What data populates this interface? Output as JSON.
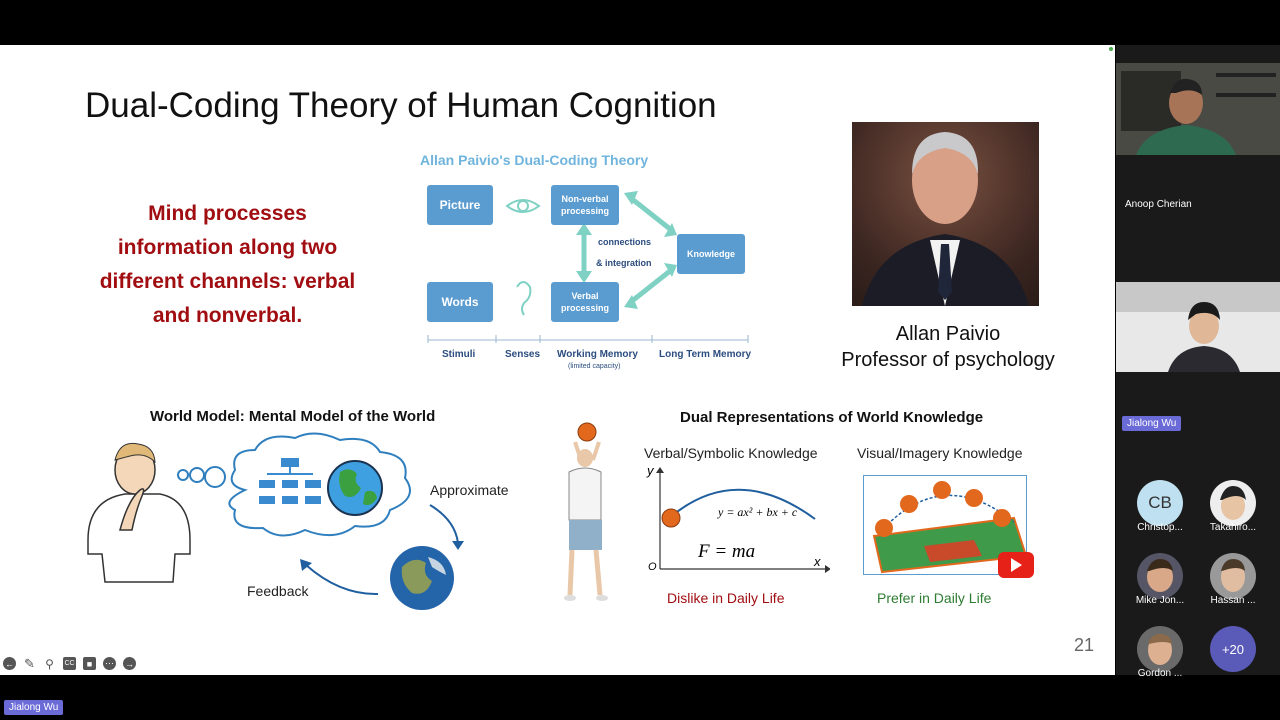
{
  "slide": {
    "title": "Dual-Coding Theory of Human Cognition",
    "mind_text": "Mind processes information along two different channels: verbal and nonverbal.",
    "diagram": {
      "title": "Allan Paivio's Dual-Coding Theory",
      "picture": "Picture",
      "words": "Words",
      "nonverbal": "Non-verbal processing",
      "verbal": "Verbal processing",
      "connections": "connections",
      "integration": "& integration",
      "knowledge": "Knowledge",
      "stimuli": "Stimuli",
      "senses": "Senses",
      "working_memory": "Working Memory",
      "limited": "(limited capacity)",
      "ltm": "Long Term Memory"
    },
    "person": {
      "name": "Allan Paivio",
      "role": "Professor of psychology"
    },
    "world_model": {
      "title": "World Model: Mental Model of the World",
      "approximate": "Approximate",
      "feedback": "Feedback"
    },
    "dual_rep": {
      "title": "Dual Representations of World Knowledge",
      "verbal_title": "Verbal/Symbolic Knowledge",
      "visual_title": "Visual/Imagery Knowledge",
      "equation1": "y = ax² + bx + c",
      "equation2": "F = ma",
      "axis_y": "y",
      "axis_x": "x",
      "origin": "O",
      "dislike": "Dislike in Daily Life",
      "prefer": "Prefer in Daily Life"
    },
    "page_number": "21"
  },
  "participants": {
    "presenter_video_name": "Anoop Cherian",
    "speaker_badge": "Jialong Wu",
    "bottom_badge": "Jialong Wu",
    "avatars": [
      {
        "name": "Christop...",
        "initials": "CB"
      },
      {
        "name": "Takahiro..."
      },
      {
        "name": "Mike Jon..."
      },
      {
        "name": "Hassan ..."
      },
      {
        "name": "Gordon ..."
      }
    ],
    "more": "+20"
  },
  "colors": {
    "accent_red": "#a10e12",
    "box_blue": "#5a9bd0",
    "arrow_teal": "#7fd1c4",
    "green_text": "#2e7d32"
  }
}
